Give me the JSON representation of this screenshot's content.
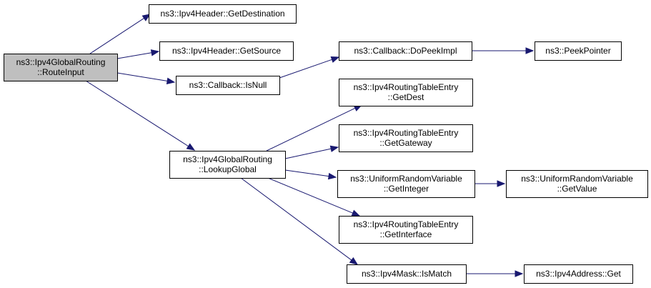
{
  "colors": {
    "edge": "#191970",
    "node_fill": "#ffffff",
    "root_fill": "#bfbfbf",
    "node_border": "#000000"
  },
  "nodes": [
    {
      "id": "routeinput",
      "lines": [
        "ns3::Ipv4GlobalRouting",
        "::RouteInput"
      ],
      "root": true
    },
    {
      "id": "getdestination",
      "lines": [
        "ns3::Ipv4Header::GetDestination"
      ]
    },
    {
      "id": "getsource",
      "lines": [
        "ns3::Ipv4Header::GetSource"
      ]
    },
    {
      "id": "isnull",
      "lines": [
        "ns3::Callback::IsNull"
      ]
    },
    {
      "id": "dopeekimpl",
      "lines": [
        "ns3::Callback::DoPeekImpl"
      ]
    },
    {
      "id": "peekpointer",
      "lines": [
        "ns3::PeekPointer"
      ]
    },
    {
      "id": "lookupglobal",
      "lines": [
        "ns3::Ipv4GlobalRouting",
        "::LookupGlobal"
      ]
    },
    {
      "id": "getdest",
      "lines": [
        "ns3::Ipv4RoutingTableEntry",
        "::GetDest"
      ]
    },
    {
      "id": "getgateway",
      "lines": [
        "ns3::Ipv4RoutingTableEntry",
        "::GetGateway"
      ]
    },
    {
      "id": "getinteger",
      "lines": [
        "ns3::UniformRandomVariable",
        "::GetInteger"
      ]
    },
    {
      "id": "getvalue",
      "lines": [
        "ns3::UniformRandomVariable",
        "::GetValue"
      ]
    },
    {
      "id": "getinterface",
      "lines": [
        "ns3::Ipv4RoutingTableEntry",
        "::GetInterface"
      ]
    },
    {
      "id": "ismatch",
      "lines": [
        "ns3::Ipv4Mask::IsMatch"
      ]
    },
    {
      "id": "addrget",
      "lines": [
        "ns3::Ipv4Address::Get"
      ]
    }
  ],
  "edges": [
    {
      "from": "routeinput",
      "to": "getdestination"
    },
    {
      "from": "routeinput",
      "to": "getsource"
    },
    {
      "from": "routeinput",
      "to": "isnull"
    },
    {
      "from": "routeinput",
      "to": "lookupglobal"
    },
    {
      "from": "isnull",
      "to": "dopeekimpl"
    },
    {
      "from": "dopeekimpl",
      "to": "peekpointer"
    },
    {
      "from": "lookupglobal",
      "to": "getdest"
    },
    {
      "from": "lookupglobal",
      "to": "getgateway"
    },
    {
      "from": "lookupglobal",
      "to": "getinteger"
    },
    {
      "from": "lookupglobal",
      "to": "getinterface"
    },
    {
      "from": "lookupglobal",
      "to": "ismatch"
    },
    {
      "from": "getinteger",
      "to": "getvalue"
    },
    {
      "from": "ismatch",
      "to": "addrget"
    }
  ]
}
